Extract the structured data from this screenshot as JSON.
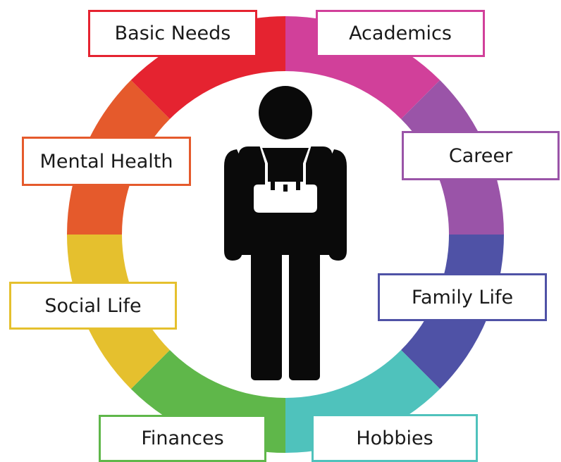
{
  "categories": [
    {
      "key": "basic",
      "label": "Basic Needs",
      "color": "#e52330"
    },
    {
      "key": "acad",
      "label": "Academics",
      "color": "#d1409a"
    },
    {
      "key": "career",
      "label": "Career",
      "color": "#9a54a8"
    },
    {
      "key": "mental",
      "label": "Mental Health",
      "color": "#e55a2c"
    },
    {
      "key": "family",
      "label": "Family Life",
      "color": "#4f52a6"
    },
    {
      "key": "social",
      "label": "Social Life",
      "color": "#e5c02e"
    },
    {
      "key": "fin",
      "label": "Finances",
      "color": "#5fb74a"
    },
    {
      "key": "hobbies",
      "label": "Hobbies",
      "color": "#4fc2bc"
    }
  ],
  "figure": {
    "icon": "student-with-backpack-icon",
    "color": "#0a0a0a"
  }
}
